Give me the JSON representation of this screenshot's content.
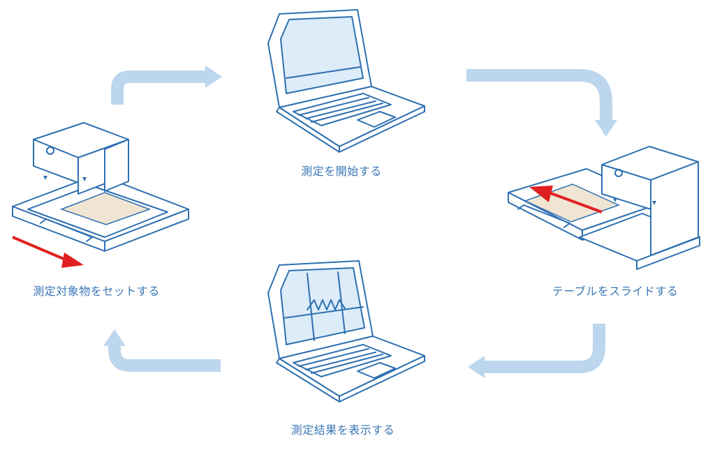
{
  "steps": {
    "set_object": "測定対象物をセットする",
    "start_measure": "測定を開始する",
    "slide_table": "テーブルをスライドする",
    "show_results": "測定結果を表示する"
  },
  "colors": {
    "line": "#2d6fb0",
    "label_text": "#3a76b4",
    "flow_arrow": "#bcd6ee",
    "motion_arrow": "#e02020",
    "screen_fill": "#dcecf8",
    "specimen_fill": "#efe5d2"
  }
}
